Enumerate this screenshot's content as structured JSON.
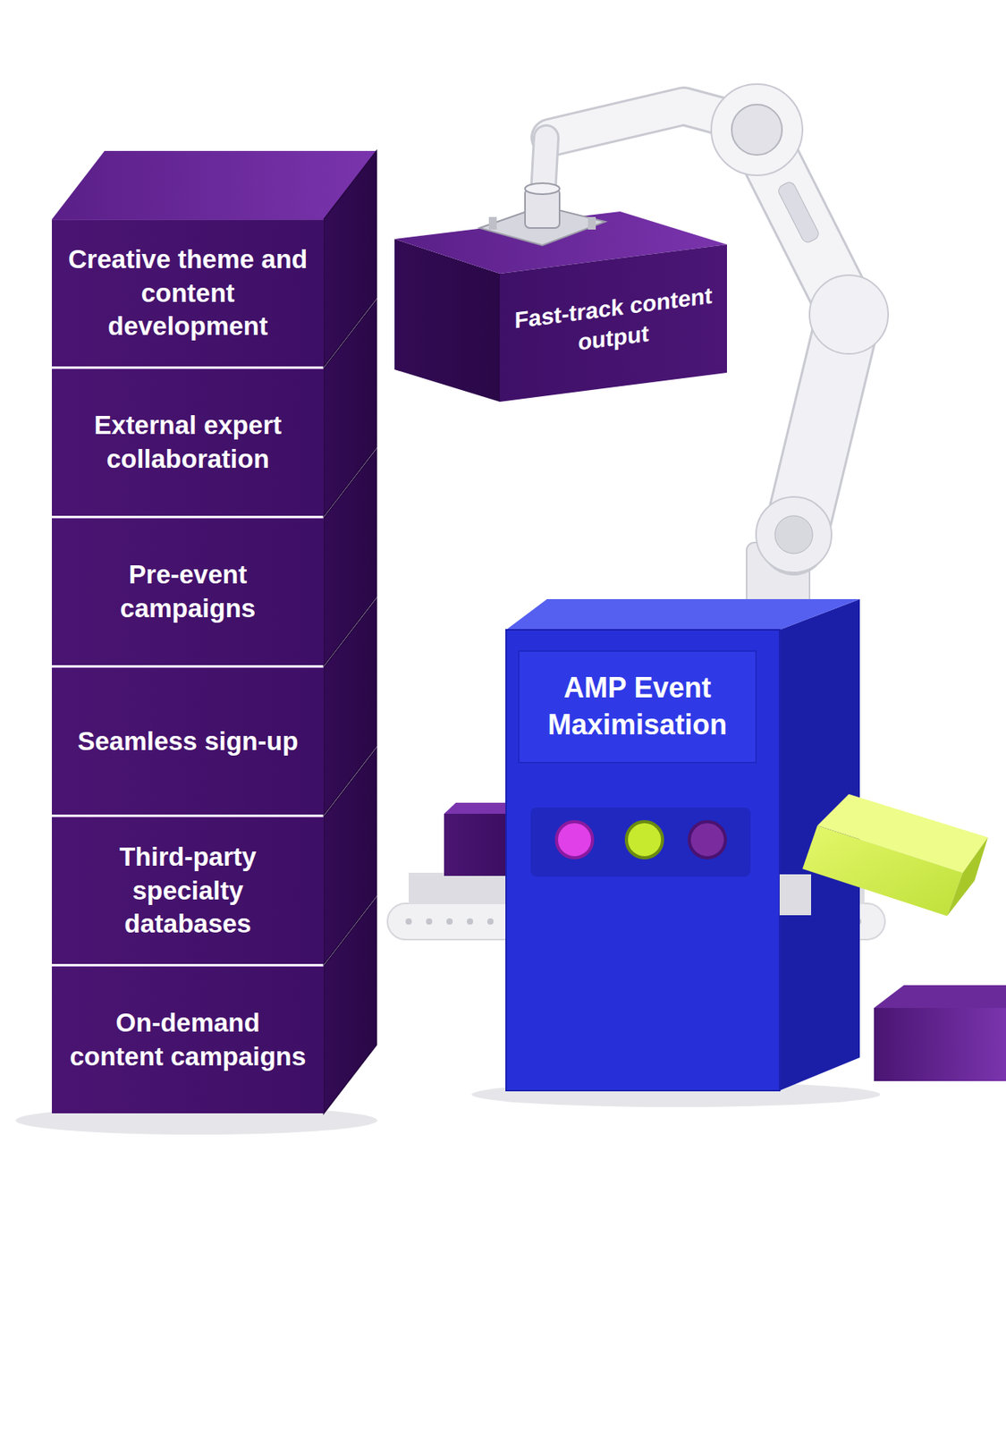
{
  "diagram": {
    "nodes": [
      {
        "text": [
          "Creative theme and content development"
        ]
      },
      {
        "text": [
          "External expert collaboration"
        ]
      },
      {
        "text": [
          "Pre-event campaigns"
        ]
      },
      {
        "text": [
          "Seamless sign-up"
        ]
      },
      {
        "text": [
          "Third-party specialty databases"
        ]
      },
      {
        "text": [
          "On-demand content campaigns"
        ]
      },
      {
        "text": [
          "Fast-track content output"
        ]
      },
      {
        "text": [
          "AMP Event Maximisation"
        ]
      }
    ]
  }
}
